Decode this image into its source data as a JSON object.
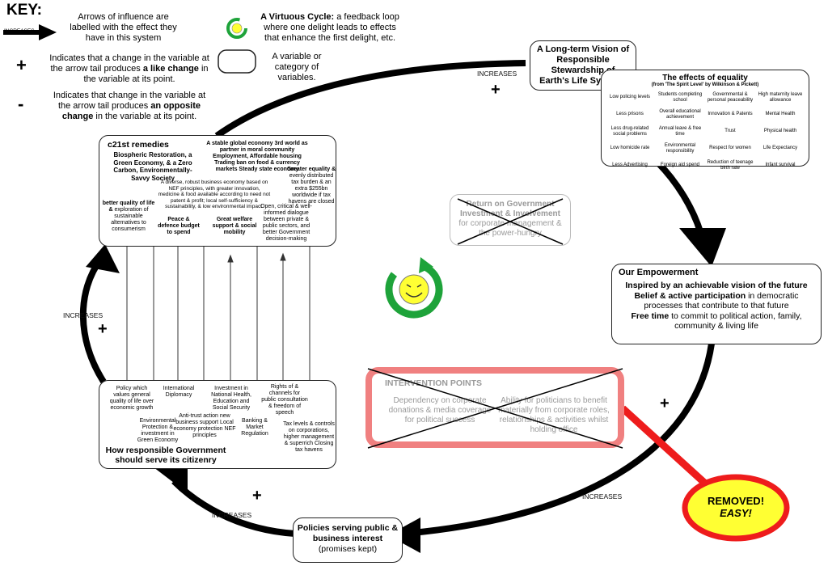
{
  "key": {
    "title": "KEY:",
    "arrow_label": "INCREASES",
    "arrow_desc": "Arrows of influence are labelled with the effect they have in this system",
    "plus_symbol": "+",
    "plus_desc_1": "Indicates that a change in the variable at the arrow tail produces ",
    "plus_desc_bold": "a like change",
    "plus_desc_2": " in the variable at its point.",
    "minus_symbol": "-",
    "minus_desc_1": "Indicates that change in the variable at the arrow tail produces ",
    "minus_desc_bold": "an opposite change",
    "minus_desc_2": " in the variable at its point.",
    "virtuous_bold": "A Virtuous Cycle:",
    "virtuous_desc": " a feedback loop where one delight leads to effects that enhance the first delight, etc.",
    "box_desc": "A variable or category of variables."
  },
  "vision": {
    "text": "A Long-term Vision of Responsible Stewardship of Earth's Life Systems"
  },
  "equality": {
    "title": "The effects of equality",
    "subtitle": "(from 'The Spirit Level' by Wilkinson & Pickett)",
    "cells": [
      "Low policing levels",
      "Students completing school",
      "Governmental & personal peaceability",
      "High maternity leave allowance",
      "Less prisons",
      "Overall educational achievement",
      "Innovation & Patents",
      "Mental Health",
      "Less drug-related social problems",
      "Annual leave & free time",
      "Trust",
      "Physical health",
      "Low homicide rate",
      "Environmental responsibility",
      "Respect for women",
      "Life Expectancy",
      "Less Advertising",
      "Foreign aid spend",
      "Reduction of teenage birth rate",
      "Infant survival"
    ]
  },
  "empowerment": {
    "title": "Our Empowerment",
    "line1": "Inspired by an achievable vision of the future",
    "line2_bold": "Belief & active participation",
    "line2_rest": " in democratic processes that contribute to that future",
    "line3_bold": "Free time",
    "line3_rest": " to commit to political action, family, community & living life"
  },
  "policies": {
    "bold": "Policies serving public & business interest",
    "rest": "(promises kept)"
  },
  "government": {
    "title": "How responsible Government should serve its citizenry",
    "items": [
      "Policy which values general quality of life over economic growth",
      "Environmental Protection & investment in Green Economy",
      "International Diplomacy",
      "Anti-trust action new business support Local economy protection NEF principles",
      "Investment in National Health, Education and Social Security",
      "Banking & Market Regulation",
      "Rights of & channels for public consultation & freedom of speech",
      "Tax levels & controls on corporations, higher management & superrich Closing tax havens"
    ]
  },
  "remedies": {
    "title": "c21st remedies",
    "bold_block": "Biospheric Restoration, a Green Economy, & a Zero Carbon, Environmentally-Savvy Society",
    "stable": "A stable global economy 3rd world as partner in moral community Employment, Affordable housing Trading ban on food & currency markets Steady state economy",
    "greater_bold": "Greater equality &",
    "greater_rest": "evenly distributed tax burden & an extra $255bn worldwide if tax havens are closed",
    "diverse": "A diverse, robust business economy based on NEF principles, with greater innovation, medicine & food available according to need not patent & profit; local self-sufficiency & sustainability, & low environmental impact.",
    "quality_bold": "better quality of life &",
    "quality_rest": "exploration of sustainable alternatives to consumerism",
    "peace": "Peace & defence budget to spend",
    "welfare": "Great welfare support & social mobility",
    "open": "Open, critical & well-informed dialogue between private & public sectors, and better Government decision-making"
  },
  "return_box": {
    "bold": "Return on Government Investment & Involvement",
    "rest": "for corporate management & the power-hungry"
  },
  "intervention": {
    "title": "INTERVENTION POINTS",
    "left": "Dependency on corporate donations & media coverage for political success",
    "right": "Ability for politicians to benefit materially from corporate roles, relationships & activities whilst holding office"
  },
  "removed": {
    "line1": "REMOVED!",
    "line2": "EASY!"
  },
  "arrow_labels": {
    "top": "INCREASES",
    "left": "INCREASES",
    "bottom_right": "INCREASES",
    "bottom_left": "INCREASES"
  },
  "plus_signs": {
    "top": "+",
    "left": "+",
    "right": "+",
    "bottom": "+"
  },
  "colors": {
    "cycle_green": "#1ea33a",
    "intervention_red": "#f08080",
    "removed_red": "#ee1c1c",
    "removed_yellow": "#ffff33"
  }
}
